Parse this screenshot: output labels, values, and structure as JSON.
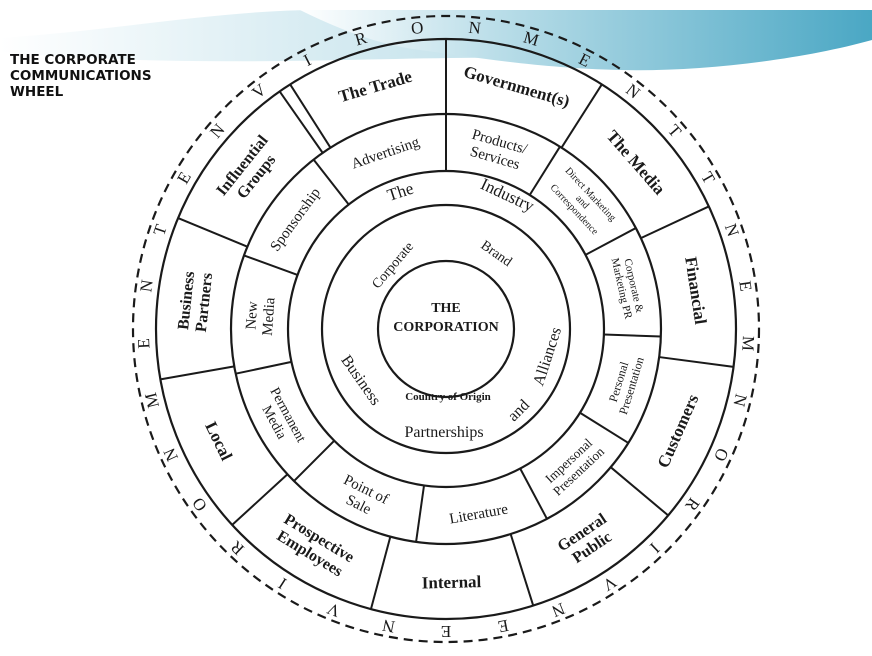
{
  "title": [
    "THE CORPORATE",
    "COMMUNICATIONS",
    "WHEEL"
  ],
  "environment_letters": [
    "E",
    "N",
    "V",
    "I",
    "R",
    "O",
    "N",
    "M",
    "E",
    "N",
    "T",
    "T",
    "N",
    "E",
    "M",
    "N",
    "O",
    "R",
    "I",
    "V",
    "N",
    "E",
    "E",
    "N",
    "V",
    "I",
    "R",
    "O",
    "N",
    "M",
    "E",
    "N",
    "T"
  ],
  "outer_ring": [
    {
      "lines": [
        "The Trade"
      ]
    },
    {
      "lines": [
        "Government(s)"
      ]
    },
    {
      "lines": [
        "The Media"
      ]
    },
    {
      "lines": [
        "Financial"
      ]
    },
    {
      "lines": [
        "Customers"
      ]
    },
    {
      "lines": [
        "General",
        "Public"
      ]
    },
    {
      "lines": [
        "Internal"
      ]
    },
    {
      "lines": [
        "Prospective",
        "Employees"
      ]
    },
    {
      "lines": [
        "Local"
      ]
    },
    {
      "lines": [
        "Business",
        "Partners"
      ]
    },
    {
      "lines": [
        "Influential",
        "Groups"
      ]
    }
  ],
  "middle_ring": [
    {
      "lines": [
        "Products/",
        "Services"
      ]
    },
    {
      "lines": [
        "Direct Marketing",
        "and",
        "Correspondence"
      ]
    },
    {
      "lines": [
        "Corporate &",
        "Marketing PR"
      ]
    },
    {
      "lines": [
        "Personal",
        "Presentation"
      ]
    },
    {
      "lines": [
        "Impersonal",
        "Presentation"
      ]
    },
    {
      "lines": [
        "Literature"
      ]
    },
    {
      "lines": [
        "Point of",
        "Sale"
      ]
    },
    {
      "lines": [
        "Permanent",
        "Media"
      ]
    },
    {
      "lines": [
        "New",
        "Media"
      ]
    },
    {
      "lines": [
        "Sponsorship"
      ]
    },
    {
      "lines": [
        "Advertising"
      ]
    }
  ],
  "industry_ring": {
    "the": "The",
    "industry": "Industry",
    "business": "Business",
    "partnerships": "Partnerships",
    "and": "and",
    "alliances": "Alliances"
  },
  "brand_ring": {
    "corporate": "Corporate",
    "brand": "Brand",
    "country_of_origin": "Country of Origin"
  },
  "center": [
    "THE",
    "CORPORATION"
  ],
  "colors": {
    "banner_light": "#b9dde8",
    "banner_mid": "#7fc4d8",
    "banner_dark": "#4aa7c4",
    "ink": "#1a1a1a"
  }
}
